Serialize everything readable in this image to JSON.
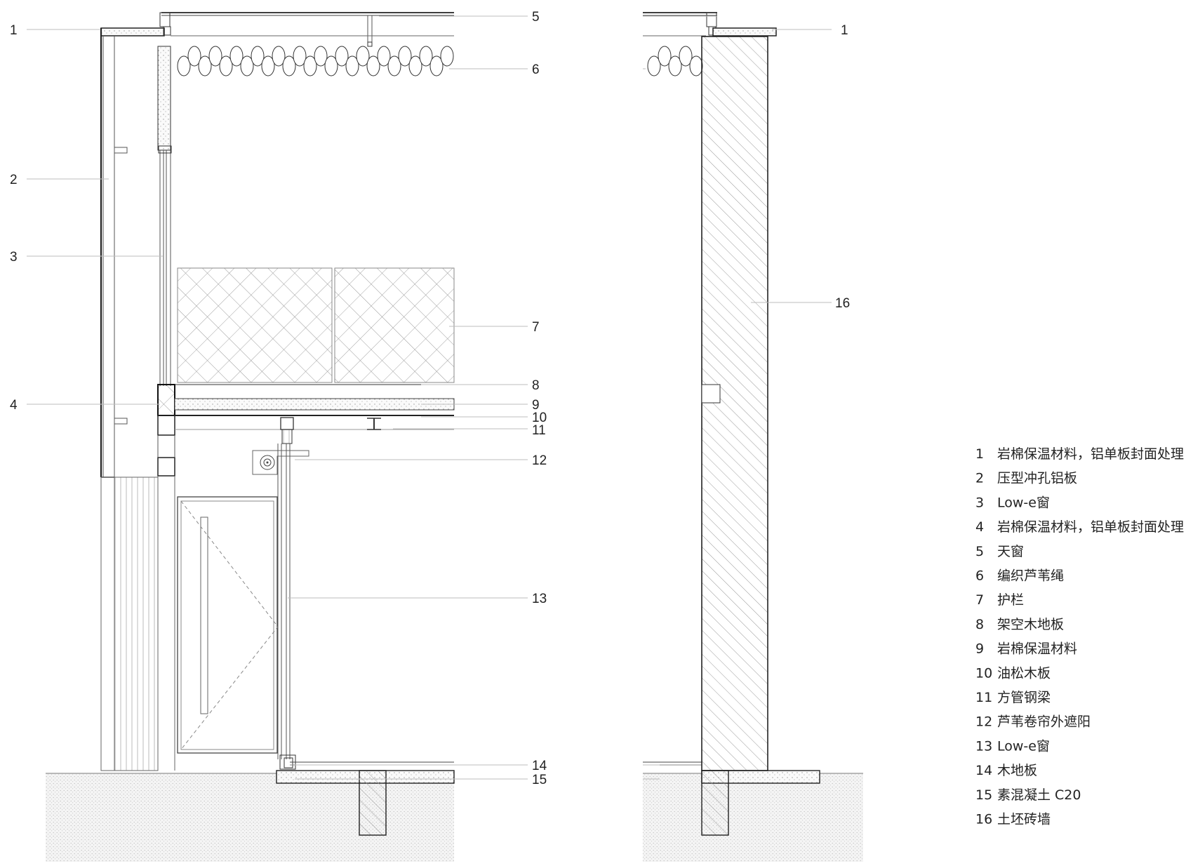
{
  "drawing": {
    "callouts_left": [
      "1",
      "2",
      "3",
      "4"
    ],
    "callouts_middle": [
      "5",
      "6",
      "7",
      "8",
      "9",
      "10",
      "11",
      "12",
      "13",
      "14",
      "15"
    ],
    "callouts_right": [
      "1",
      "16"
    ]
  },
  "legend": {
    "items": [
      {
        "num": "1",
        "text": "岩棉保温材料，铝单板封面处理"
      },
      {
        "num": "2",
        "text": "压型冲孔铝板"
      },
      {
        "num": "3",
        "text": "Low-e窗"
      },
      {
        "num": "4",
        "text": "岩棉保温材料，铝单板封面处理"
      },
      {
        "num": "5",
        "text": "天窗"
      },
      {
        "num": "6",
        "text": "编织芦苇绳"
      },
      {
        "num": "7",
        "text": "护栏"
      },
      {
        "num": "8",
        "text": "架空木地板"
      },
      {
        "num": "9",
        "text": "岩棉保温材料"
      },
      {
        "num": "10",
        "text": "油松木板"
      },
      {
        "num": "11",
        "text": "方管钢梁"
      },
      {
        "num": "12",
        "text": "芦苇卷帘外遮阳"
      },
      {
        "num": "13",
        "text": "Low-e窗"
      },
      {
        "num": "14",
        "text": "木地板"
      },
      {
        "num": "15",
        "text": "素混凝土 C20"
      },
      {
        "num": "16",
        "text": "土坯砖墙"
      }
    ]
  }
}
